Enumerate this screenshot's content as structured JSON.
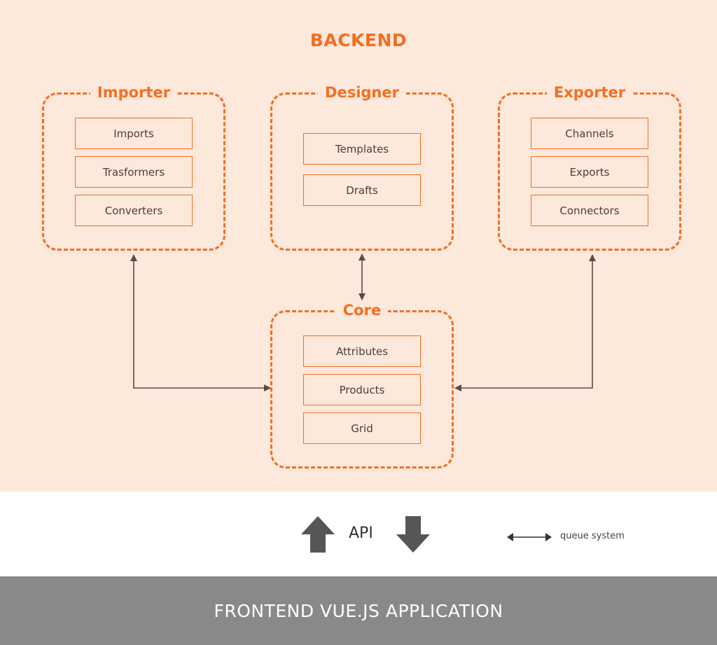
{
  "backend": {
    "title": "BACKEND",
    "modules": {
      "importer": {
        "title": "Importer",
        "items": [
          "Imports",
          "Trasformers",
          "Converters"
        ]
      },
      "designer": {
        "title": "Designer",
        "items": [
          "Templates",
          "Drafts"
        ]
      },
      "exporter": {
        "title": "Exporter",
        "items": [
          "Channels",
          "Exports",
          "Connectors"
        ]
      },
      "core": {
        "title": "Core",
        "items": [
          "Attributes",
          "Products",
          "Grid"
        ]
      }
    }
  },
  "api": {
    "label": "API",
    "up_icon": "arrow-up-icon",
    "down_icon": "arrow-down-icon"
  },
  "legend": {
    "label": "queue system",
    "icon": "double-arrow-icon"
  },
  "frontend": {
    "label": "FRONTEND VUE.JS APPLICATION"
  },
  "colors": {
    "accent": "#f26f21",
    "backend_bg": "#fde8dc",
    "frontend_bg": "#898989",
    "connector": "#5a4a44"
  }
}
